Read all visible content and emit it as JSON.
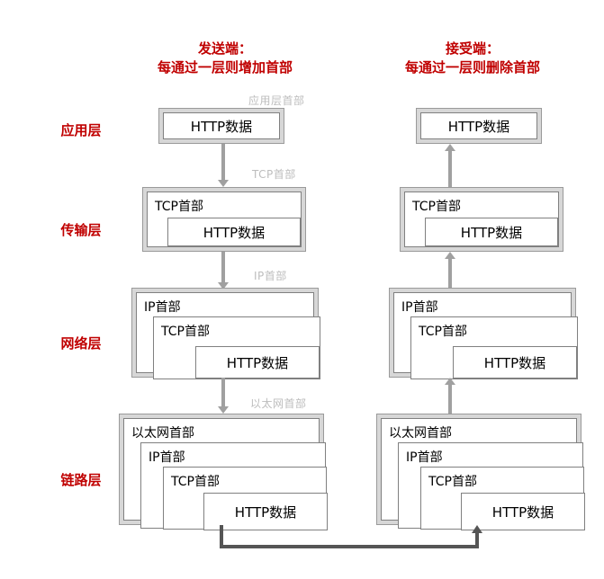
{
  "diagram": {
    "title_sender_line1": "发送端：",
    "title_sender_line2": "每通过一层则增加首部",
    "title_receiver_line1": "接受端：",
    "title_receiver_line2": "每通过一层则删除首部",
    "colors": {
      "caption_red": "#c00000",
      "box_frame": "#d7d7d7",
      "box_border": "#9a9a9a",
      "header_border": "#808080",
      "arrow_gray": "#a0a0a0",
      "connector": "#555555",
      "annotation_gray": "#bdbdbd",
      "background": "#ffffff"
    }
  },
  "layers": [
    {
      "label": "应用层",
      "annotation": "应用层首部"
    },
    {
      "label": "传输层",
      "annotation": "TCP首部"
    },
    {
      "label": "网络层",
      "annotation": "IP首部"
    },
    {
      "label": "链路层",
      "annotation": "以太网首部"
    }
  ],
  "labels": {
    "http_data": "HTTP数据",
    "tcp_header": "TCP首部",
    "ip_header": "IP首部",
    "ethernet_header": "以太网首部"
  },
  "sender_stack": [
    {
      "layer": "应用层",
      "headers": [],
      "payload": "HTTP数据"
    },
    {
      "layer": "传输层",
      "headers": [
        "TCP首部"
      ],
      "payload": "HTTP数据"
    },
    {
      "layer": "网络层",
      "headers": [
        "IP首部",
        "TCP首部"
      ],
      "payload": "HTTP数据"
    },
    {
      "layer": "链路层",
      "headers": [
        "以太网首部",
        "IP首部",
        "TCP首部"
      ],
      "payload": "HTTP数据"
    }
  ],
  "receiver_stack": [
    {
      "layer": "应用层",
      "headers": [],
      "payload": "HTTP数据"
    },
    {
      "layer": "传输层",
      "headers": [
        "TCP首部"
      ],
      "payload": "HTTP数据"
    },
    {
      "layer": "网络层",
      "headers": [
        "IP首部",
        "TCP首部"
      ],
      "payload": "HTTP数据"
    },
    {
      "layer": "链路层",
      "headers": [
        "以太网首部",
        "IP首部",
        "TCP首部"
      ],
      "payload": "HTTP数据"
    }
  ],
  "flow": {
    "sender_direction": "down",
    "receiver_direction": "up",
    "bottom_link": "physical-medium-connection"
  }
}
